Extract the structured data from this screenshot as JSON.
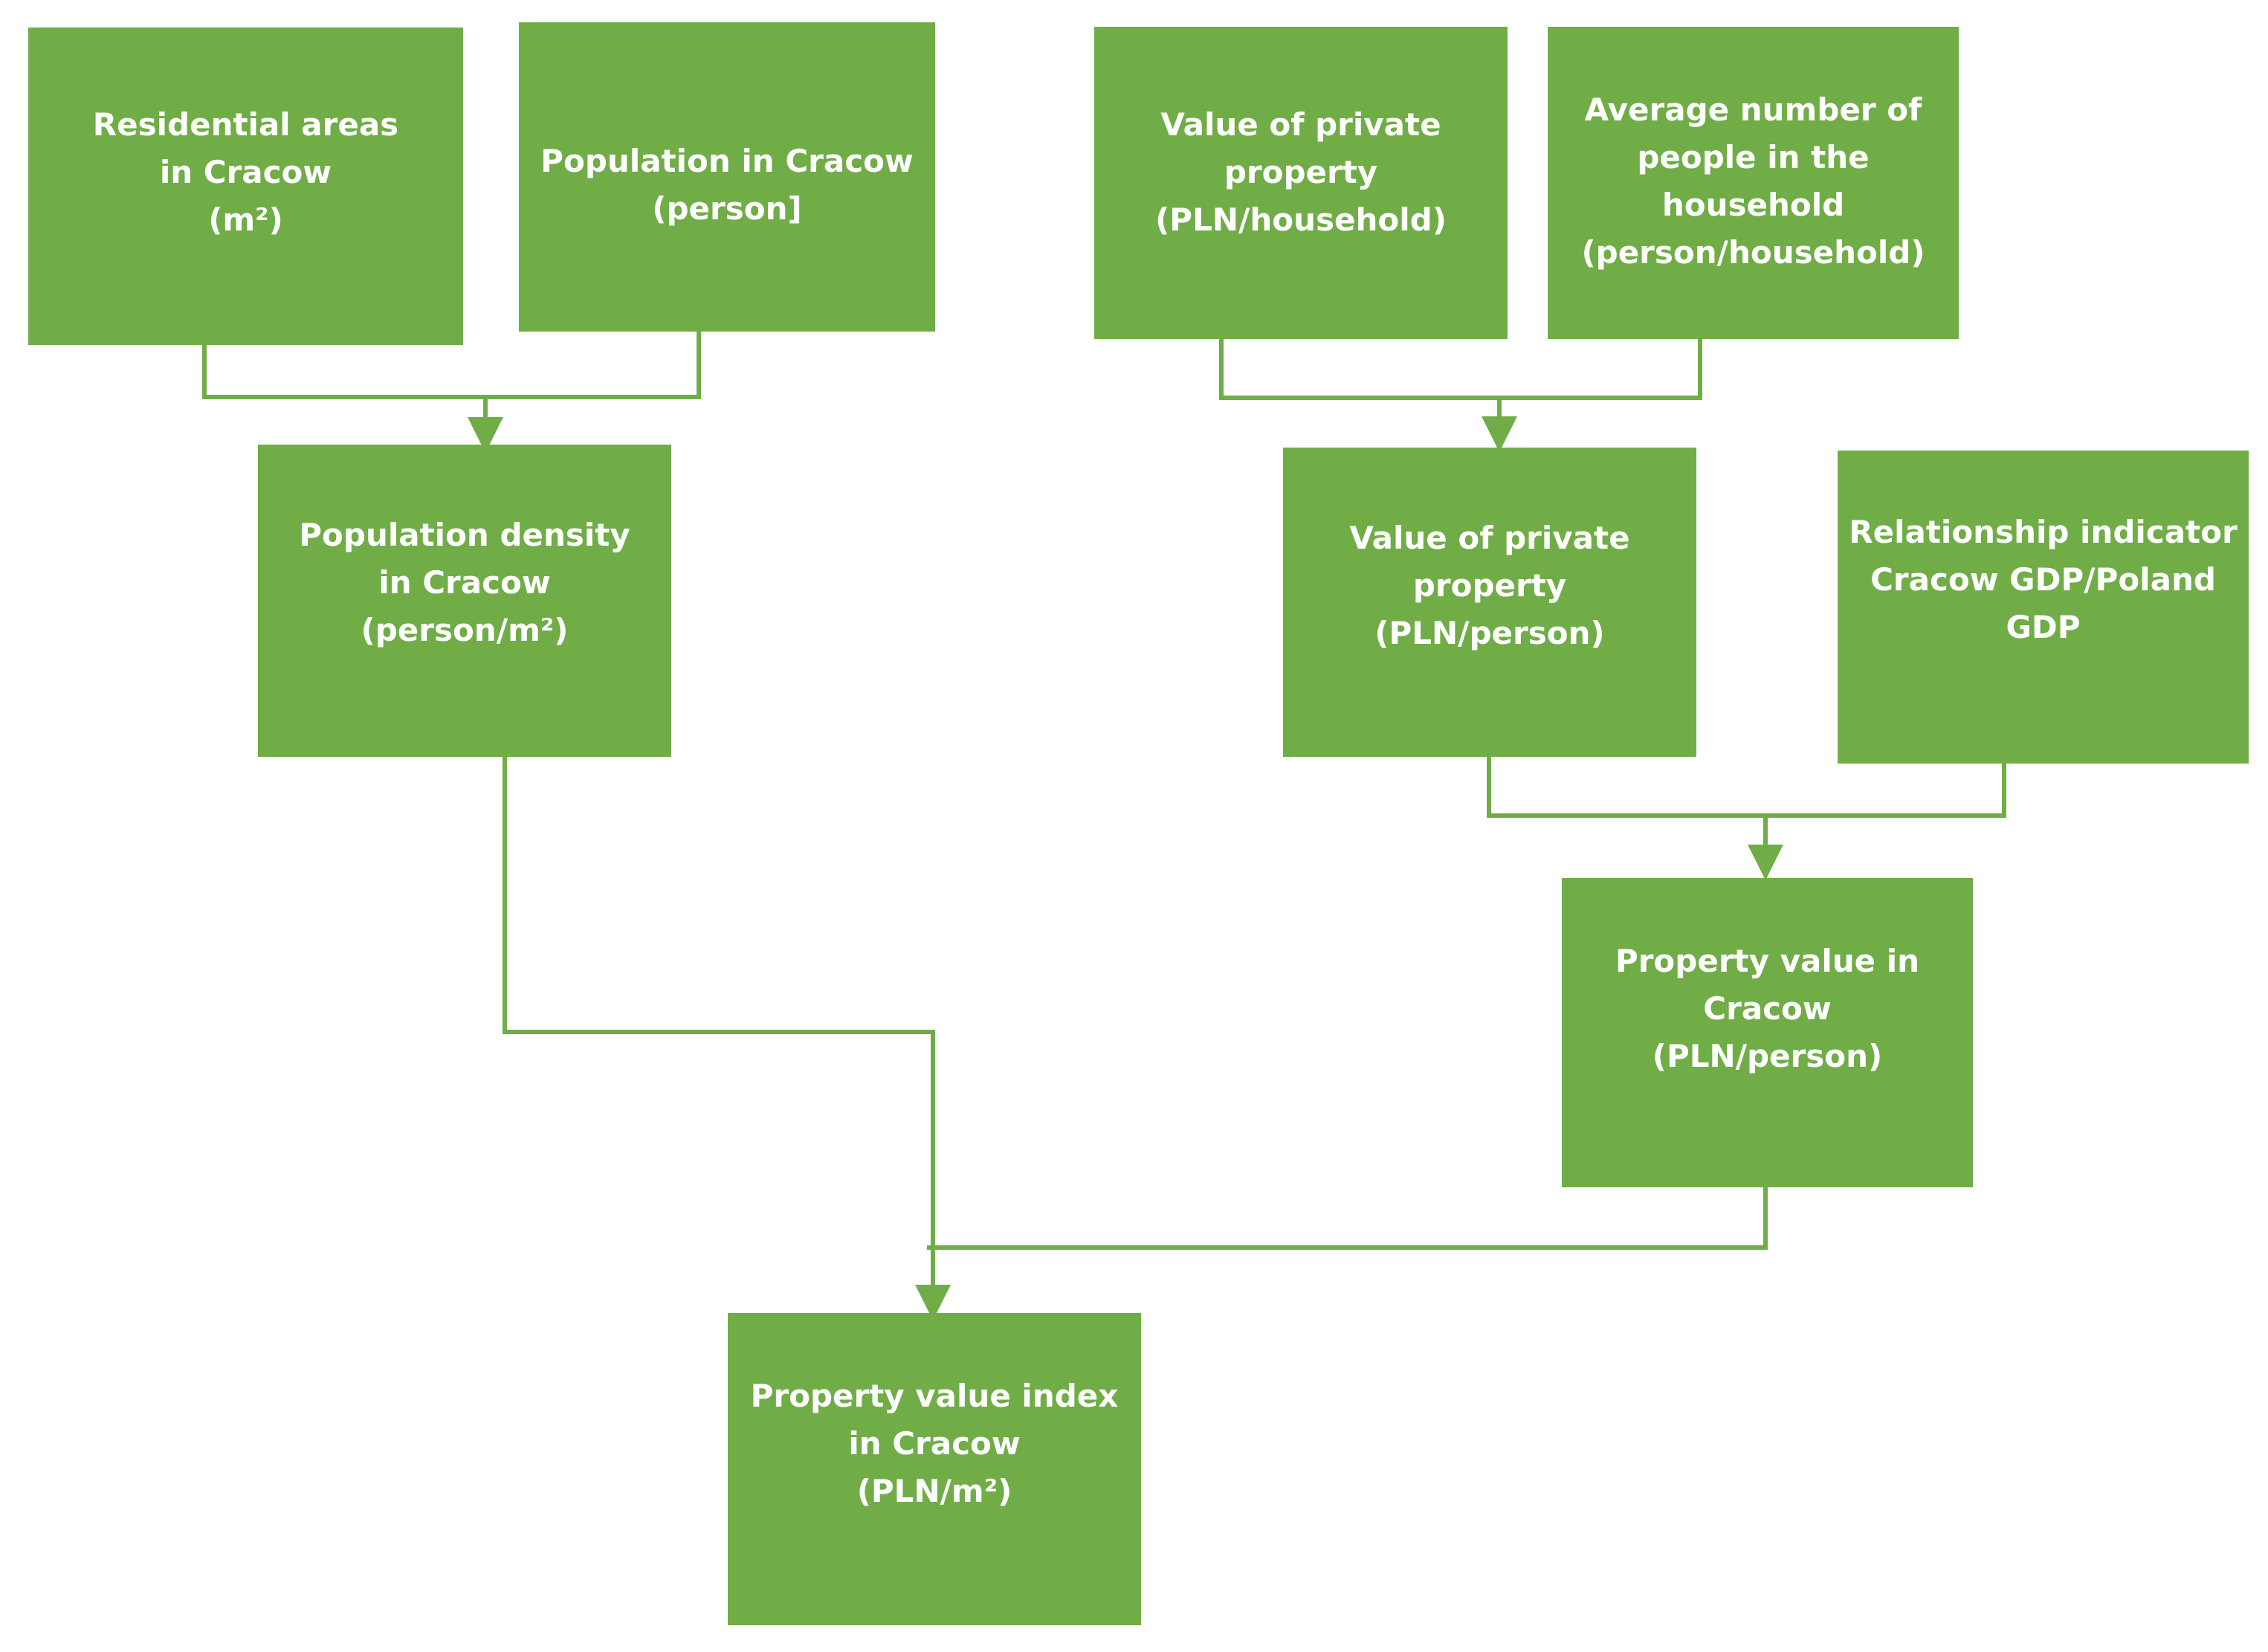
{
  "nodes": {
    "residential_areas": {
      "line1": "Residential areas",
      "line2": "in Cracow",
      "line3": "(m²)"
    },
    "population": {
      "line1": "Population in Cracow",
      "line2": "(person]"
    },
    "value_private_household": {
      "line1": "Value of private",
      "line2": "property",
      "line3": "(PLN/household)"
    },
    "avg_people_household": {
      "line1": "Average number of",
      "line2": "people in the",
      "line3": "household",
      "line4": "(person/household)"
    },
    "population_density": {
      "line1": "Population density",
      "line2": "in Cracow",
      "line3": "(person/m²)"
    },
    "value_private_person": {
      "line1": "Value of private",
      "line2": "property",
      "line3": "(PLN/person)"
    },
    "relationship_indicator": {
      "line1": "Relationship indicator",
      "line2": "Cracow GDP/Poland",
      "line3": "GDP"
    },
    "property_value": {
      "line1": "Property value in",
      "line2": "Cracow",
      "line3": "(PLN/person)"
    },
    "property_value_index": {
      "line1": "Property value index",
      "line2": "in Cracow",
      "line3": "(PLN/m²)"
    }
  },
  "colors": {
    "box_fill": "#70AD47",
    "box_text": "#FFFFFF",
    "connector": "#70AD47",
    "background": "#FFFFFF"
  }
}
